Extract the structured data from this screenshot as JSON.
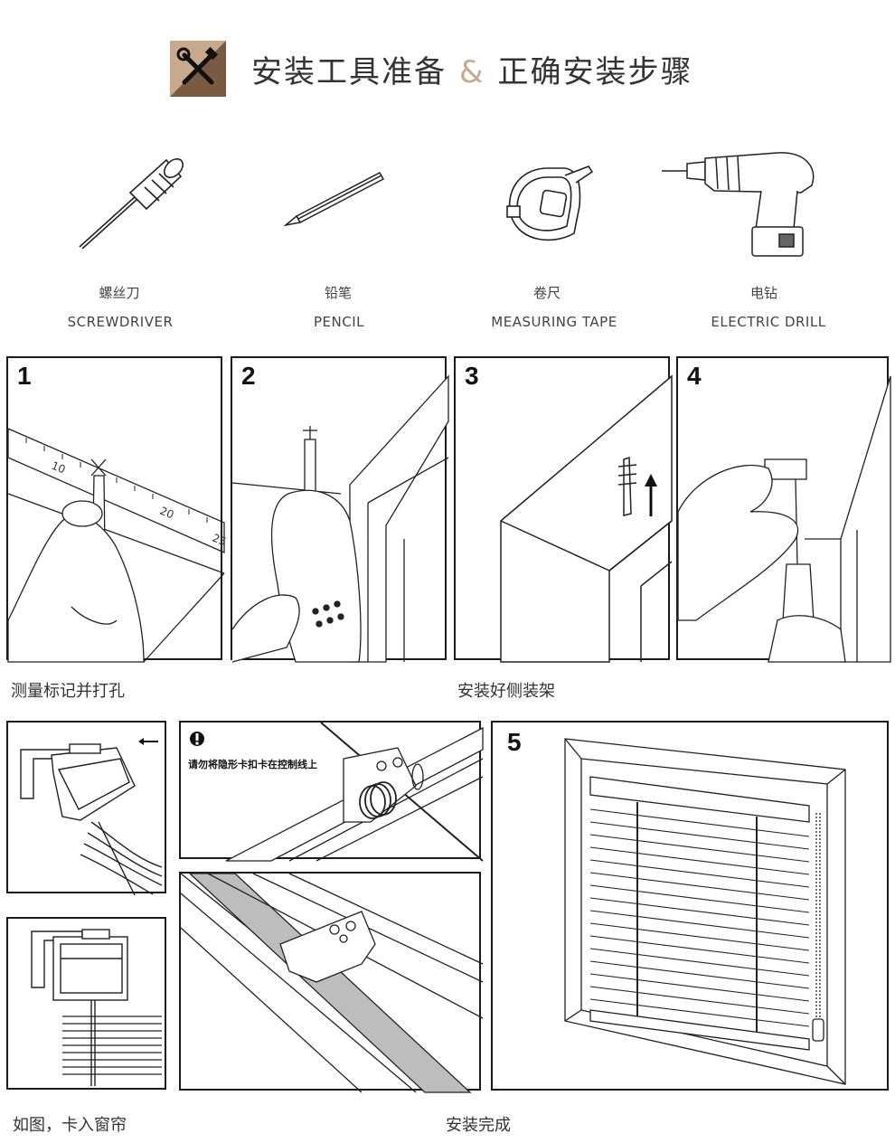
{
  "header": {
    "title_left": "安装工具准备",
    "ampersand": "&",
    "title_right": "正确安装步骤"
  },
  "tools": [
    {
      "icon": "screwdriver-icon",
      "name_cn": "螺丝刀",
      "name_en": "SCREWDRIVER"
    },
    {
      "icon": "pencil-icon",
      "name_cn": "铅笔",
      "name_en": "PENCIL"
    },
    {
      "icon": "tape-measure-icon",
      "name_cn": "卷尺",
      "name_en": "MEASURING TAPE"
    },
    {
      "icon": "drill-icon",
      "name_cn": "电钻",
      "name_en": "ELECTRIC DRILL"
    }
  ],
  "steps": [
    {
      "number": "1"
    },
    {
      "number": "2"
    },
    {
      "number": "3"
    },
    {
      "number": "4"
    },
    {
      "number": "5"
    }
  ],
  "ruler_labels": [
    "10",
    "20",
    "25"
  ],
  "captions": {
    "measure_drill": "测量标记并打孔",
    "install_brackets": "安装好侧装架",
    "snap_in": "如图，卡入窗帘",
    "done": "安装完成"
  },
  "warning": "请勿将隐形卡扣卡在控制线上",
  "colors": {
    "logo_light": "#c9a98c",
    "logo_dark": "#7a5a43",
    "accent": "#c9a98c",
    "line": "#1a1a1a"
  }
}
